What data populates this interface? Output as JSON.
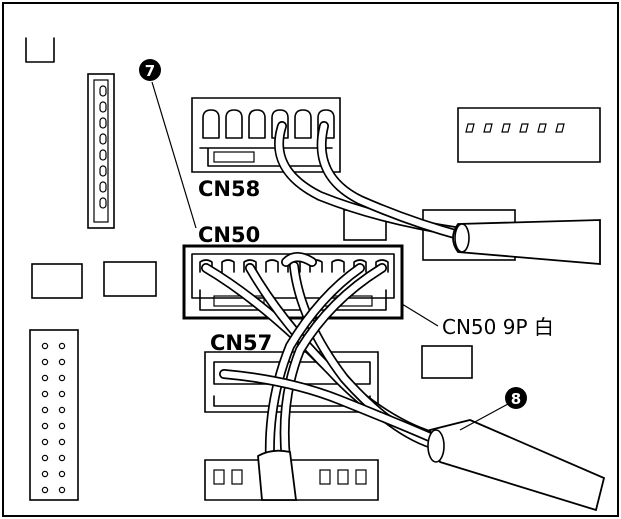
{
  "connector_labels": {
    "cn58": "CN58",
    "cn50": "CN50",
    "cn57": "CN57"
  },
  "callout_label": "CN50 9P 白",
  "markers": {
    "m7": "7",
    "m8": "8"
  }
}
